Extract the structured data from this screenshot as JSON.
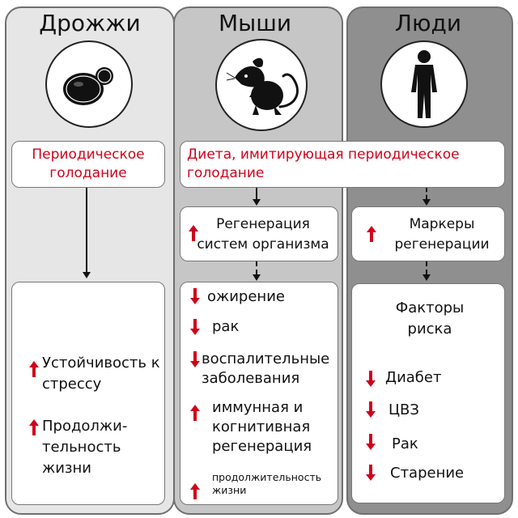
{
  "columns": {
    "yeast": {
      "title": "Дрожжи"
    },
    "mice": {
      "title": "Мыши"
    },
    "humans": {
      "title": "Люди"
    }
  },
  "boxes": {
    "yeast_intervention": "Периодическое голодание",
    "mice_intervention": "Диета, имитирующая периодическое голодание",
    "mice_regeneration": "Регенерация систем организма",
    "human_markers": "Маркеры регенерации",
    "human_risk_title": "Факторы риска"
  },
  "yeast_effects": [
    {
      "text": "Устойчивость к стрессу",
      "direction": "up"
    },
    {
      "text": "Продолжи-тельность жизни",
      "direction": "up"
    }
  ],
  "mice_effects": [
    {
      "text": "ожирение",
      "direction": "down"
    },
    {
      "text": "рак",
      "direction": "down"
    },
    {
      "text": "воспалительные заболевания",
      "direction": "down"
    },
    {
      "text": "иммунная и когнитивная регенерация",
      "direction": "up"
    },
    {
      "text": "продолжительность жизни",
      "direction": "up"
    }
  ],
  "human_risk_factors": [
    {
      "text": "Диабет",
      "direction": "down"
    },
    {
      "text": "ЦВЗ",
      "direction": "down"
    },
    {
      "text": "Рак",
      "direction": "down"
    },
    {
      "text": "Старение",
      "direction": "down"
    }
  ],
  "colors": {
    "arrow": "#d0021b",
    "highlight_text": "#d0021b"
  }
}
